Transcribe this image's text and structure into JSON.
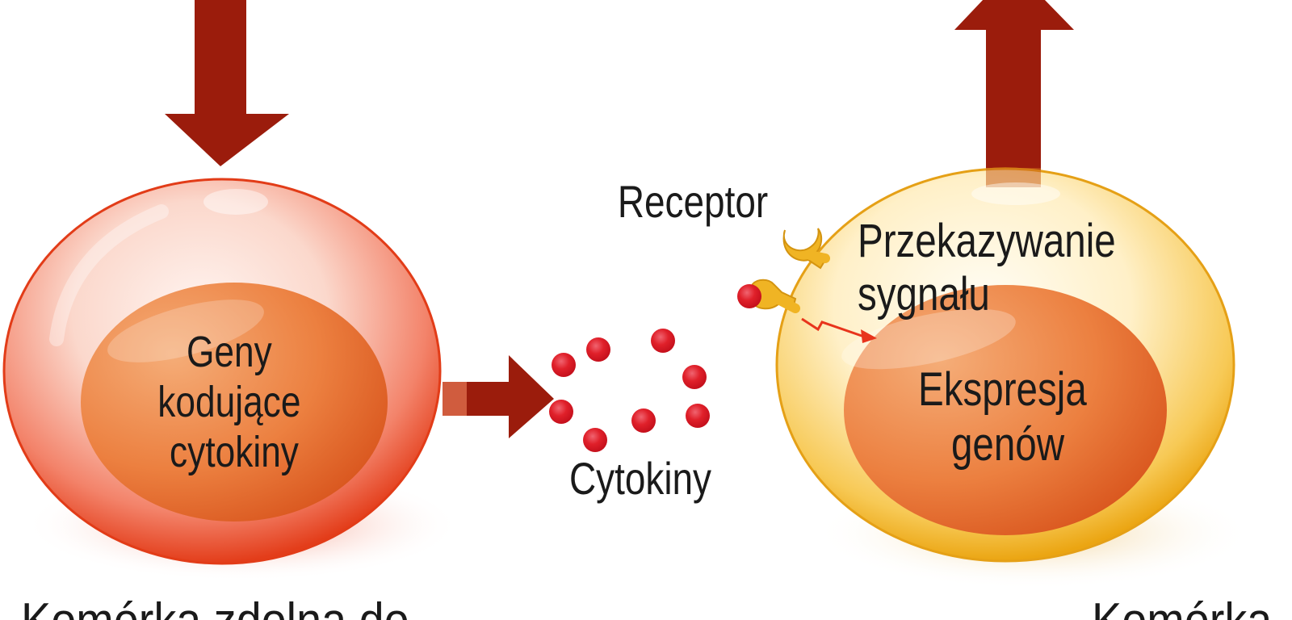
{
  "diagram": {
    "title": "Cytokine signaling between cells",
    "colors": {
      "arrow": "#9b1c0c",
      "producer_cell": "#e8401c",
      "producer_cell_light": "#fbe3dc",
      "nucleus": "#e8733a",
      "target_cell": "#f2b01e",
      "target_cell_light": "#fff6de",
      "receptor": "#f0b424",
      "cytokine": "#e0202a",
      "signal": "#e8341c",
      "text": "#1a1a1a"
    },
    "producer_cell": {
      "nucleus_label_lines": [
        "Geny",
        "kodujące",
        "cytokiny"
      ],
      "caption": "Komórka zdolna do"
    },
    "cytokines": {
      "label": "Cytokiny",
      "count": 8
    },
    "target_cell": {
      "receptor_label": "Receptor",
      "signal_label_lines": [
        "Przekazywanie",
        "sygnału"
      ],
      "nucleus_label_lines": [
        "Ekspresja",
        "genów"
      ],
      "caption": "Komórka"
    },
    "arrows": [
      {
        "name": "input-arrow",
        "direction": "down"
      },
      {
        "name": "secretion-arrow",
        "direction": "right"
      },
      {
        "name": "output-arrow",
        "direction": "up"
      }
    ]
  }
}
